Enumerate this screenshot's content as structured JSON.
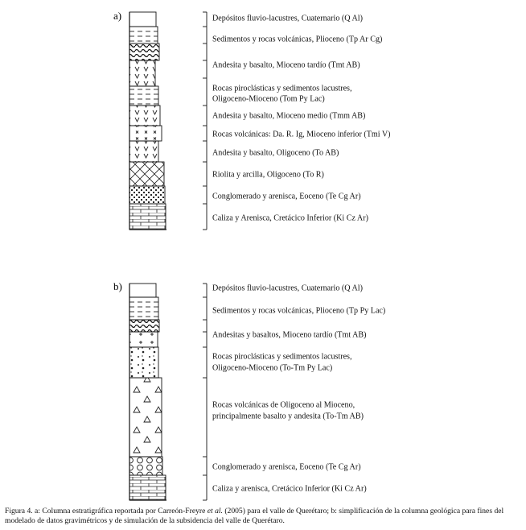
{
  "panels": [
    {
      "letter": "a)",
      "units": [
        {
          "pattern": "blank",
          "label": [
            "Depósitos fluvio-lacustres, Cuaternario (Q Al)"
          ]
        },
        {
          "pattern": "dashes",
          "label": [
            "Sedimentos y rocas volcánicas, Plioceno (Tp Ar Cg)"
          ]
        },
        {
          "pattern": "waves",
          "label": []
        },
        {
          "pattern": "v",
          "label": [
            "Andesita y basalto, Mioceno tardío (Tmt AB)"
          ]
        },
        {
          "pattern": "dashes",
          "label": [
            "Rocas piroclásticas y sedimentos lacustres,",
            "Oligoceno-Mioceno (Tom Py Lac)"
          ]
        },
        {
          "pattern": "v",
          "label": [
            "Andesita y basalto, Mioceno medio (Tmm AB)"
          ]
        },
        {
          "pattern": "x",
          "label": [
            "Rocas volcánicas: Da. R. Ig, Mioceno inferior (Tmi V)"
          ]
        },
        {
          "pattern": "v",
          "label": [
            "Andesita y basalto, Oligoceno (To AB)"
          ]
        },
        {
          "pattern": "cross",
          "label": [
            "Riolita y arcilla, Oligoceno (To R)"
          ]
        },
        {
          "pattern": "dots",
          "label": [
            "Conglomerado y arenisca, Eoceno (Te Cg Ar)"
          ]
        },
        {
          "pattern": "brick",
          "label": [
            "Caliza y Arenisca, Cretácico Inferior (Ki Cz Ar)"
          ]
        }
      ]
    },
    {
      "letter": "b)",
      "units": [
        {
          "pattern": "blank",
          "label": [
            "Depósitos fluvio-lacustres, Cuaternario (Q Al)"
          ]
        },
        {
          "pattern": "dashes",
          "label": [
            "Sedimentos y rocas volcánicas, Plioceno (Tp Py Lac)"
          ]
        },
        {
          "pattern": "waves",
          "label": []
        },
        {
          "pattern": "plus",
          "label": [
            "Andesitas y basaltos, Mioceno tardío (Tmt AB)"
          ]
        },
        {
          "pattern": "pyro",
          "label": [
            "Rocas piroclásticas y sedimentos lacustres,",
            "Oligoceno-Mioceno (To-Tm Py Lac)"
          ]
        },
        {
          "pattern": "triangle",
          "label": [
            "Rocas volcánicas de Oligoceno al Mioceno,",
            "principalmente basalto y andesita (To-Tm AB)"
          ]
        },
        {
          "pattern": "circles",
          "label": [
            "Conglomerado y arenisca, Eoceno (Te Cg Ar)"
          ]
        },
        {
          "pattern": "brick",
          "label": [
            "Caliza y arenisca, Cretácico Inferior (Ki Cz Ar)"
          ]
        }
      ]
    }
  ],
  "caption": {
    "lead": "Figura 4. a: Columna estratigráfica reportada por Carreón-Freyre ",
    "italic": "et al.",
    "rest": " (2005) para el valle de Querétaro; b: simplificación de la columna geológica para fines del modelado de datos gravimétricos y de simulación de la subsidencia del valle de Querétaro."
  }
}
